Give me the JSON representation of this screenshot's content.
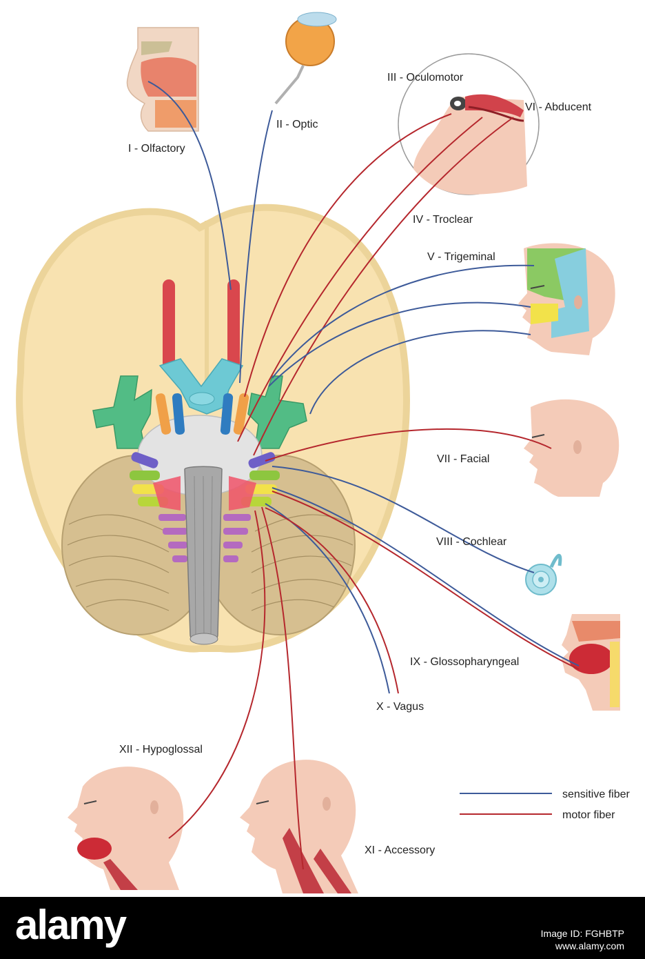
{
  "labels": {
    "olfactory": "I - Olfactory",
    "optic": "II - Optic",
    "oculomotor": "III - Oculomotor",
    "troclear": "IV - Troclear",
    "trigeminal": "V - Trigeminal",
    "abducent": "VI - Abducent",
    "facial": "VII - Facial",
    "cochlear": "VIII - Cochlear",
    "glossopharyngeal": "IX - Glossopharyngeal",
    "vagus": "X - Vagus",
    "accessory": "XI - Accessory",
    "hypoglossal": "XII - Hypoglossal"
  },
  "legend": {
    "sensitive": "sensitive fiber",
    "motor": "motor fiber"
  },
  "colors": {
    "sensitive_fiber": "#3d5a99",
    "motor_fiber": "#b5272d",
    "brain": "#f8e2b0",
    "cerebellum": "#d6bf90",
    "skin": "#f4cbb8",
    "watermark_bg": "#000000"
  },
  "watermark": {
    "brand": "alamy",
    "image_id_label": "Image ID: FGHBTP",
    "site": "www.alamy.com"
  }
}
